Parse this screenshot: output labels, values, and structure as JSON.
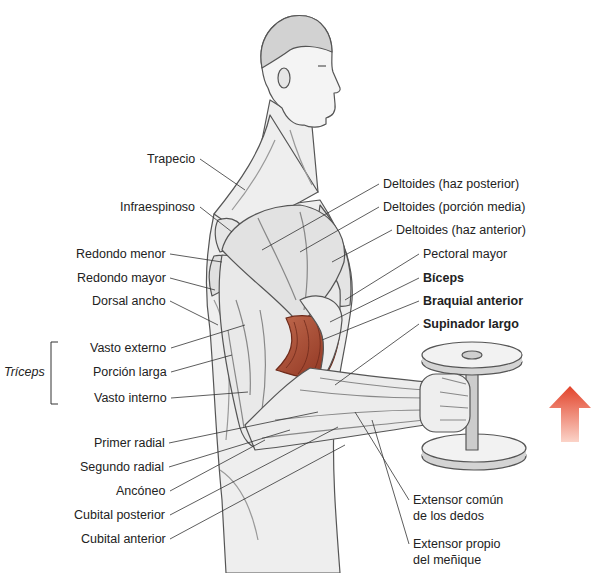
{
  "diagram": {
    "labels": [
      "Trapecio",
      "Deltoides (haz posterior)",
      "Infraespinoso",
      "Deltoides (porción media)",
      "Deltoides (haz anterior)",
      "Redondo menor",
      "Pectoral mayor",
      "Redondo mayor",
      "Bíceps",
      "Dorsal ancho",
      "Braquial anterior",
      "Supinador largo",
      "Tríceps",
      "Vasto externo",
      "Porción larga",
      "Vasto interno",
      "Primer radial",
      "Segundo radial",
      "Ancóneo",
      "Extensor común de los dedos",
      "Cubital posterior",
      "Cubital anterior",
      "Extensor propio del meñique"
    ]
  }
}
